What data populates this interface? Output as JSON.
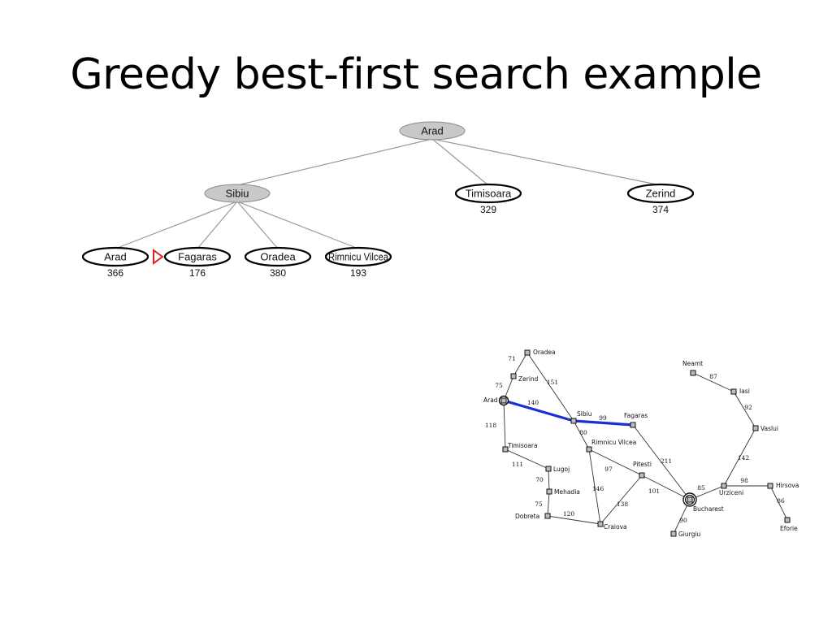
{
  "slide": {
    "title": "Greedy best-first search example"
  },
  "tree": {
    "nodes": [
      {
        "id": "arad-root",
        "label": "Arad",
        "h": "",
        "level": 0,
        "expanded": true
      },
      {
        "id": "sibiu",
        "label": "Sibiu",
        "h": "",
        "level": 1,
        "expanded": true
      },
      {
        "id": "timisoara",
        "label": "Timisoara",
        "h": "329",
        "level": 1,
        "expanded": false
      },
      {
        "id": "zerind",
        "label": "Zerind",
        "h": "374",
        "level": 1,
        "expanded": false
      },
      {
        "id": "arad-leaf",
        "label": "Arad",
        "h": "366",
        "level": 2,
        "expanded": false
      },
      {
        "id": "fagaras",
        "label": "Fagaras",
        "h": "176",
        "level": 2,
        "expanded": false,
        "selected": true
      },
      {
        "id": "oradea",
        "label": "Oradea",
        "h": "380",
        "level": 2,
        "expanded": false
      },
      {
        "id": "rimnicu",
        "label": "Rimnicu Vilcea",
        "h": "193",
        "level": 2,
        "expanded": false
      }
    ],
    "edges": [
      [
        "arad-root",
        "sibiu"
      ],
      [
        "arad-root",
        "timisoara"
      ],
      [
        "arad-root",
        "zerind"
      ],
      [
        "sibiu",
        "arad-leaf"
      ],
      [
        "sibiu",
        "fagaras"
      ],
      [
        "sibiu",
        "oradea"
      ],
      [
        "sibiu",
        "rimnicu"
      ]
    ]
  },
  "map": {
    "cities": [
      {
        "id": "oradea",
        "label": "Oradea"
      },
      {
        "id": "zerind",
        "label": "Zerind"
      },
      {
        "id": "arad",
        "label": "Arad",
        "special": "start"
      },
      {
        "id": "sibiu",
        "label": "Sibiu"
      },
      {
        "id": "fagaras",
        "label": "Fagaras"
      },
      {
        "id": "timisoara",
        "label": "Timisoara"
      },
      {
        "id": "rimnicu",
        "label": "Rimnicu Vilcea"
      },
      {
        "id": "lugoj",
        "label": "Lugoj"
      },
      {
        "id": "mehadia",
        "label": "Mehadia"
      },
      {
        "id": "dobreta",
        "label": "Dobreta"
      },
      {
        "id": "craiova",
        "label": "Craiova"
      },
      {
        "id": "pitesti",
        "label": "Pitesti"
      },
      {
        "id": "bucharest",
        "label": "Bucharest",
        "special": "goal"
      },
      {
        "id": "giurgiu",
        "label": "Giurgiu"
      },
      {
        "id": "urziceni",
        "label": "Urziceni"
      },
      {
        "id": "hirsova",
        "label": "Hirsova"
      },
      {
        "id": "eforie",
        "label": "Eforie"
      },
      {
        "id": "vaslui",
        "label": "Vaslui"
      },
      {
        "id": "iasi",
        "label": "Iasi"
      },
      {
        "id": "neamt",
        "label": "Neamt"
      }
    ],
    "roads": [
      {
        "a": "oradea",
        "b": "zerind",
        "d": "71"
      },
      {
        "a": "zerind",
        "b": "arad",
        "d": "75"
      },
      {
        "a": "oradea",
        "b": "sibiu",
        "d": "151"
      },
      {
        "a": "arad",
        "b": "sibiu",
        "d": "140",
        "highlight": true
      },
      {
        "a": "sibiu",
        "b": "fagaras",
        "d": "99",
        "highlight": true
      },
      {
        "a": "arad",
        "b": "timisoara",
        "d": "118"
      },
      {
        "a": "sibiu",
        "b": "rimnicu",
        "d": "80"
      },
      {
        "a": "timisoara",
        "b": "lugoj",
        "d": "111"
      },
      {
        "a": "lugoj",
        "b": "mehadia",
        "d": "70"
      },
      {
        "a": "mehadia",
        "b": "dobreta",
        "d": "75"
      },
      {
        "a": "dobreta",
        "b": "craiova",
        "d": "120"
      },
      {
        "a": "rimnicu",
        "b": "craiova",
        "d": "146"
      },
      {
        "a": "rimnicu",
        "b": "pitesti",
        "d": "97"
      },
      {
        "a": "craiova",
        "b": "pitesti",
        "d": "138"
      },
      {
        "a": "pitesti",
        "b": "bucharest",
        "d": "101"
      },
      {
        "a": "fagaras",
        "b": "bucharest",
        "d": "211"
      },
      {
        "a": "bucharest",
        "b": "giurgiu",
        "d": "90"
      },
      {
        "a": "bucharest",
        "b": "urziceni",
        "d": "85"
      },
      {
        "a": "urziceni",
        "b": "hirsova",
        "d": "98"
      },
      {
        "a": "hirsova",
        "b": "eforie",
        "d": "86"
      },
      {
        "a": "urziceni",
        "b": "vaslui",
        "d": "142"
      },
      {
        "a": "vaslui",
        "b": "iasi",
        "d": "92"
      },
      {
        "a": "iasi",
        "b": "neamt",
        "d": "87"
      }
    ]
  },
  "colors": {
    "expanded_fill": "#c8c8c8",
    "node_stroke": "#000000",
    "tree_edge": "#9a9a9a",
    "selection_marker": "#e02020",
    "highlight_path": "#1a2fd6",
    "road": "#333333"
  }
}
